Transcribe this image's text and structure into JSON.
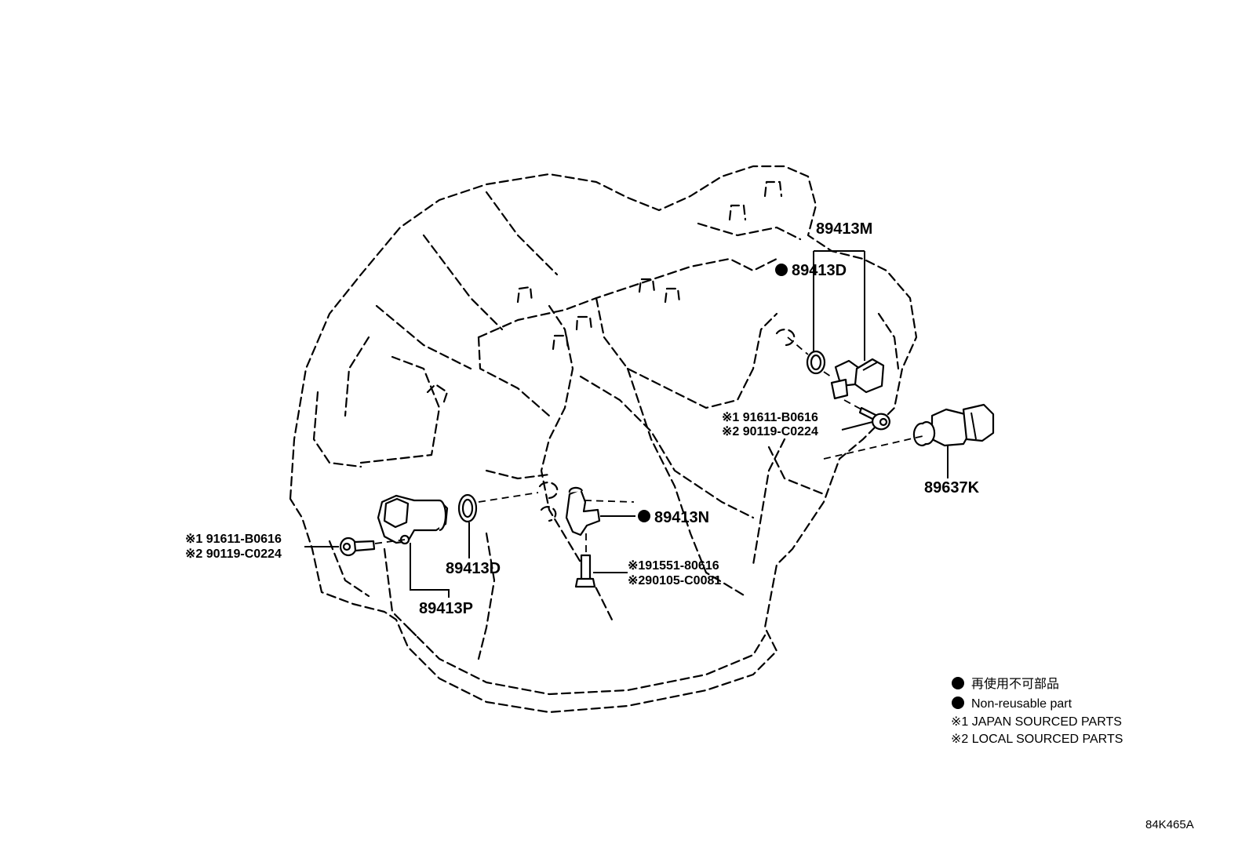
{
  "parts": {
    "p89413M": "89413M",
    "p89413D_top": "89413D",
    "p89413D_left": "89413D",
    "p89413N": "89413N",
    "p89413P": "89413P",
    "p89637K": "89637K"
  },
  "fasteners": {
    "right_1": "※1 91611-B0616",
    "right_2": "※2 90119-C0224",
    "left_1": "※1 91611-B0616",
    "left_2": "※2 90119-C0224",
    "center_1": "※191551-80616",
    "center_2": "※290105-C0081"
  },
  "legend": {
    "line1": "再使用不可部品",
    "line2": "Non-reusable part",
    "line3": "※1 JAPAN SOURCED PARTS",
    "line4": "※2 LOCAL SOURCED PARTS"
  },
  "diagram_code": "84K465A"
}
